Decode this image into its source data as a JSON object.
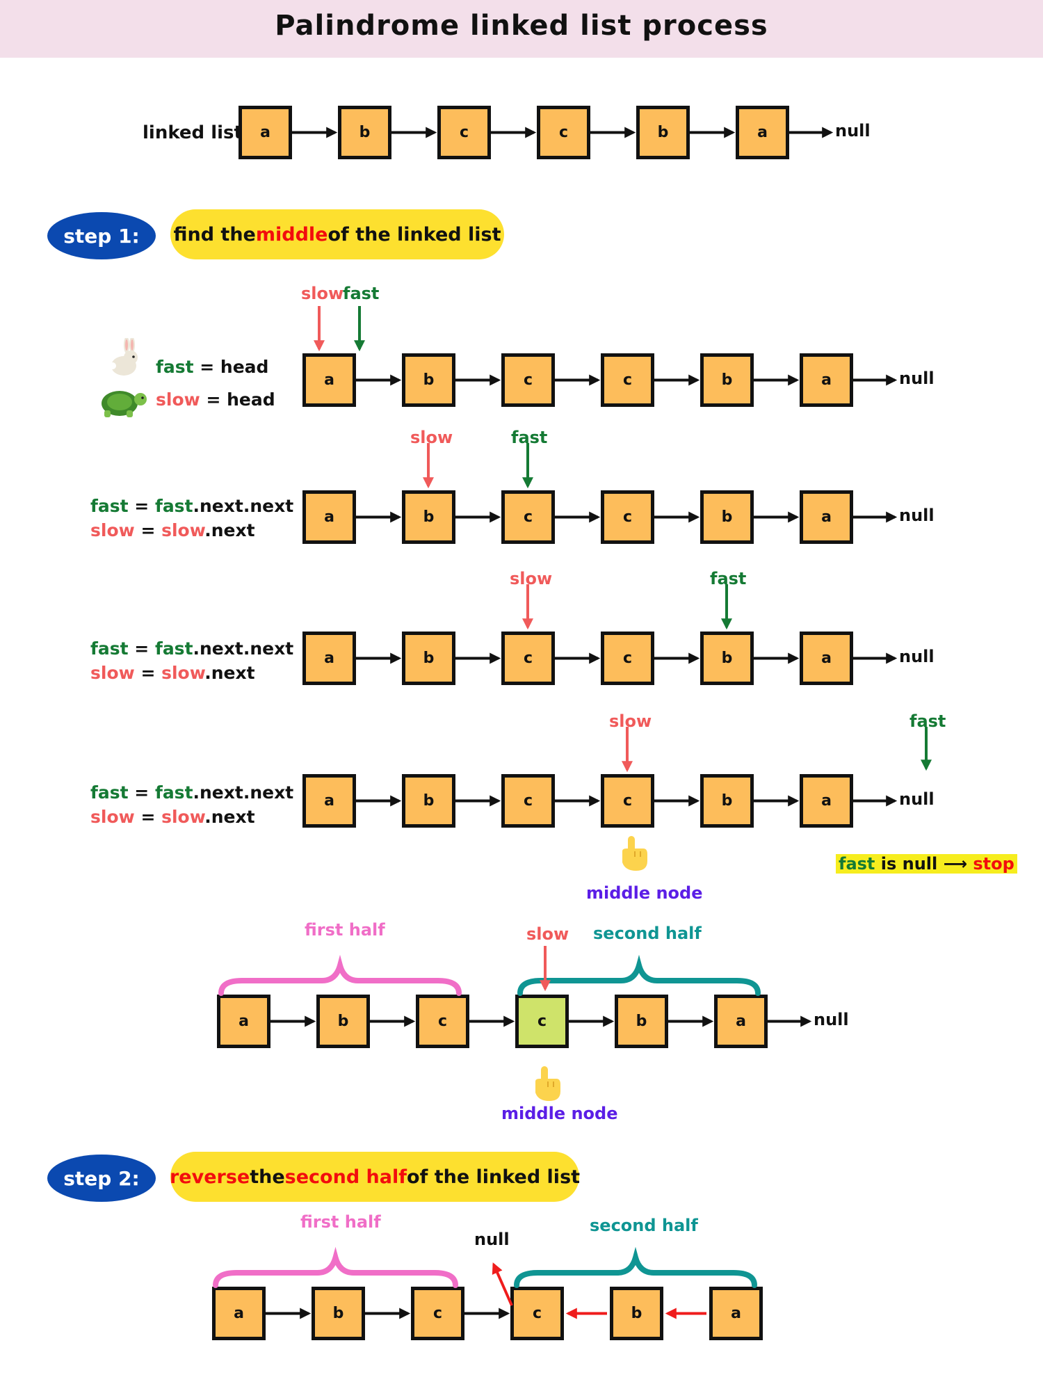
{
  "title": "Palindrome linked list process",
  "initial_list": {
    "label": "linked list",
    "nodes": [
      "a",
      "b",
      "c",
      "c",
      "b",
      "a"
    ],
    "null_label": "null"
  },
  "step1": {
    "badge": "step 1:",
    "text_before": "find the ",
    "text_highlight": "middle",
    "text_after": " of the linked list"
  },
  "rows": {
    "nodes": [
      "a",
      "b",
      "c",
      "c",
      "b",
      "a"
    ],
    "null_label": "null",
    "slow_label": "slow",
    "fast_label": "fast",
    "row1": {
      "fast_word": "fast",
      "fast_rest": " = head",
      "slow_word": "slow",
      "slow_rest": " = head"
    },
    "code": {
      "fast_word": "fast",
      "eq": " = ",
      "fast_next_word": "fast",
      "fast_next_rest": ".next.next",
      "slow_word": "slow",
      "slow_next_word": "slow",
      "slow_next_rest": ".next"
    },
    "stop": {
      "fast_word": "fast",
      "middle": " is null ",
      "arrow": "⟶",
      "stop_word": " stop"
    },
    "middle_node_label": "middle node"
  },
  "halves": {
    "nodes": [
      "a",
      "b",
      "c",
      "c",
      "b",
      "a"
    ],
    "null_label": "null",
    "first_half": "first half",
    "second_half": "second half",
    "slow_label": "slow",
    "middle_node_label": "middle node"
  },
  "step2": {
    "badge": "step 2:",
    "w1": "reverse",
    "w2": " the ",
    "w3": "second half",
    "w4": " of the linked list"
  },
  "reversed": {
    "nodes": [
      "a",
      "b",
      "c",
      "c",
      "b",
      "a"
    ],
    "null_label": "null",
    "first_half": "first half",
    "second_half": "second half"
  },
  "colors": {
    "node_fill": "#fdbd5b",
    "middle_fill": "#cfe36a",
    "fast": "#157a34",
    "slow": "#f05a5a",
    "badge": "#0b49b0",
    "pill": "#fde02f",
    "pink_brace": "#f06ec7",
    "teal_brace": "#0f9593",
    "reverse_arrow": "#ef1c1c"
  },
  "icons": [
    "rabbit-icon",
    "turtle-icon",
    "pointing-hand-icon"
  ]
}
